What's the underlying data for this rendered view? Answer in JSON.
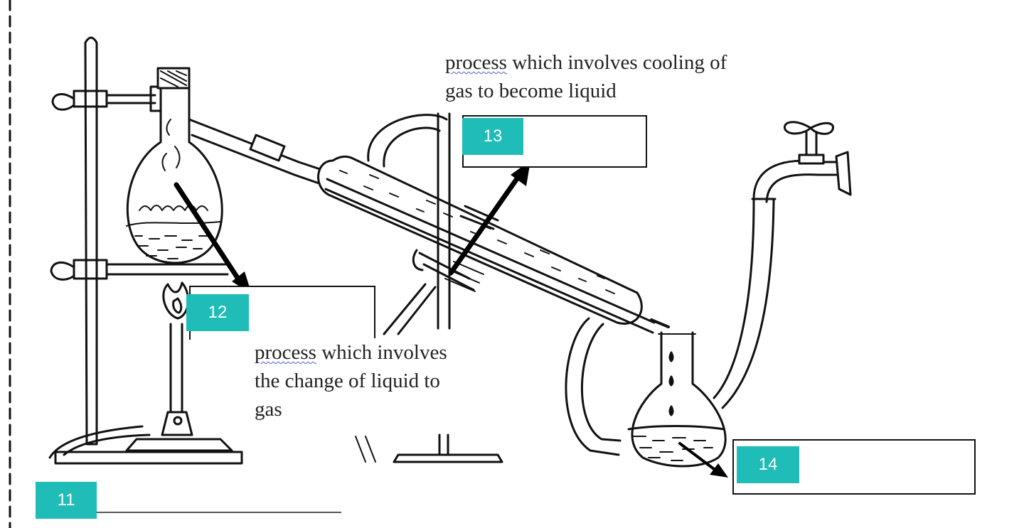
{
  "labels": [
    {
      "number": "11"
    },
    {
      "number": "12"
    },
    {
      "number": "13"
    },
    {
      "number": "14"
    }
  ],
  "captions": {
    "condensation": {
      "word1": "process",
      "rest1": " which involves cooling of",
      "line2": "gas to become liquid"
    },
    "evaporation": {
      "word1": "process",
      "rest1": " which involves",
      "line2": "the change of liquid to",
      "line3": "gas"
    }
  },
  "colors": {
    "badge": "#1fbcb8",
    "ink": "#111111",
    "underline": "#4a5bd8"
  }
}
